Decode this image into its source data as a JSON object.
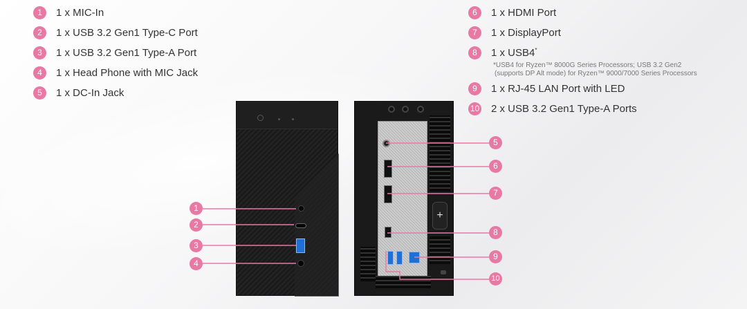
{
  "left_list": [
    {
      "num": "1",
      "text": "1 x MIC-In"
    },
    {
      "num": "2",
      "text": "1 x USB 3.2 Gen1 Type-C Port"
    },
    {
      "num": "3",
      "text": "1 x USB 3.2 Gen1 Type-A Port"
    },
    {
      "num": "4",
      "text": "1 x Head Phone with MIC Jack"
    },
    {
      "num": "5",
      "text": "1 x DC-In Jack"
    }
  ],
  "right_list": [
    {
      "num": "6",
      "text": "1 x HDMI Port"
    },
    {
      "num": "7",
      "text": "1 x DisplayPort"
    },
    {
      "num": "8",
      "text": "1 x USB4",
      "sup": "*"
    },
    {
      "num": "9",
      "text": "1 x RJ-45 LAN Port with LED"
    },
    {
      "num": "10",
      "text": "2 x USB 3.2 Gen1 Type-A Ports"
    }
  ],
  "usb4_note": {
    "line1": "*USB4 for Ryzen™ 8000G Series Processors; USB 3.2 Gen2",
    "line2": "(supports DP Alt mode) for Ryzen™ 9000/7000 Series Processors"
  },
  "front_callouts": [
    "1",
    "2",
    "3",
    "4"
  ],
  "rear_callouts": [
    "5",
    "6",
    "7",
    "8",
    "9",
    "10"
  ],
  "rear_plus_glyph": "+",
  "colors": {
    "accent": "#e878a4",
    "chassis": "#1a1a1a",
    "usb_blue": "#1e6fd6"
  },
  "icons": {
    "power": "power-icon",
    "plus": "plus-icon"
  }
}
